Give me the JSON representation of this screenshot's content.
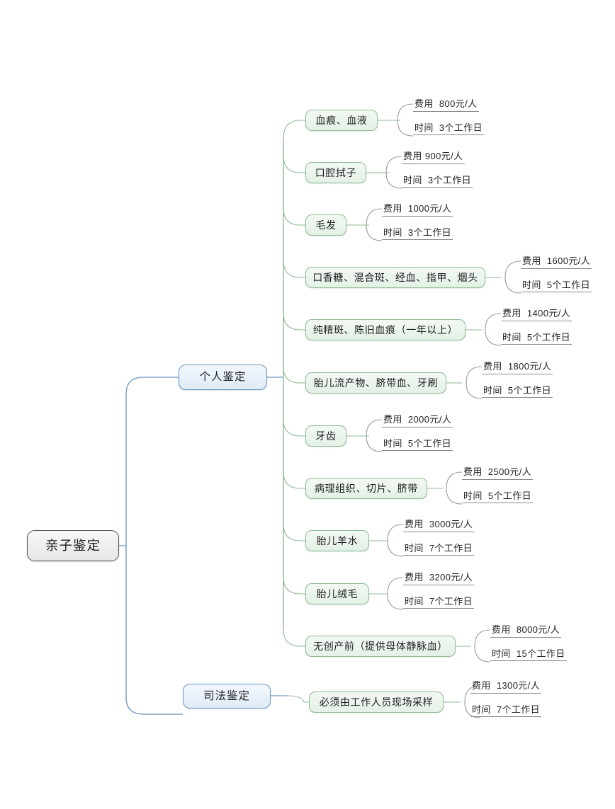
{
  "diagram": {
    "type": "mindmap",
    "title": "亲子鉴定",
    "labels": {
      "fee_prefix": "费用",
      "time_prefix": "时间"
    },
    "colors": {
      "root_border": "#555555",
      "root_fill": "#eeeeee",
      "level1_border": "#6b96c2",
      "level1_fill": "#e7f0f9",
      "level2_border": "#8fba93",
      "level2_fill": "#eaf4ec",
      "edge_blue": "#6b96c2",
      "edge_green": "#8fba93",
      "edge_gray": "#9a9a9a",
      "underline": "#8a8a8a",
      "background": "#ffffff"
    }
  },
  "root": {
    "label": "亲子鉴定"
  },
  "branches": [
    {
      "label": "个人鉴定",
      "children": [
        {
          "label": "血痕、血液",
          "fee": "800元/人",
          "time": "3个工作日"
        },
        {
          "label": "口腔拭子",
          "fee": "900元/人",
          "time": "3个工作日"
        },
        {
          "label": "毛发",
          "fee": "1000元/人",
          "time": "3个工作日"
        },
        {
          "label": "口香糖、混合斑、经血、指甲、烟头",
          "fee": "1600元/人",
          "time": "5个工作日"
        },
        {
          "label": "纯精斑、陈旧血痕（一年以上）",
          "fee": "1400元/人",
          "time": "5个工作日"
        },
        {
          "label": "胎儿流产物、脐带血、牙刷",
          "fee": "1800元/人",
          "time": "5个工作日"
        },
        {
          "label": "牙齿",
          "fee": "2000元/人",
          "time": "5个工作日"
        },
        {
          "label": "病理组织、切片、脐带",
          "fee": "2500元/人",
          "time": "5个工作日"
        },
        {
          "label": "胎儿羊水",
          "fee": "3000元/人",
          "time": "7个工作日"
        },
        {
          "label": "胎儿绒毛",
          "fee": "3200元/人",
          "time": "7个工作日"
        },
        {
          "label": "无创产前（提供母体静脉血）",
          "fee": "8000元/人",
          "time": "15个工作日"
        }
      ]
    },
    {
      "label": "司法鉴定",
      "children": [
        {
          "label": "必须由工作人员现场采样",
          "fee": "1300元/人",
          "time": "7个工作日"
        }
      ]
    }
  ]
}
